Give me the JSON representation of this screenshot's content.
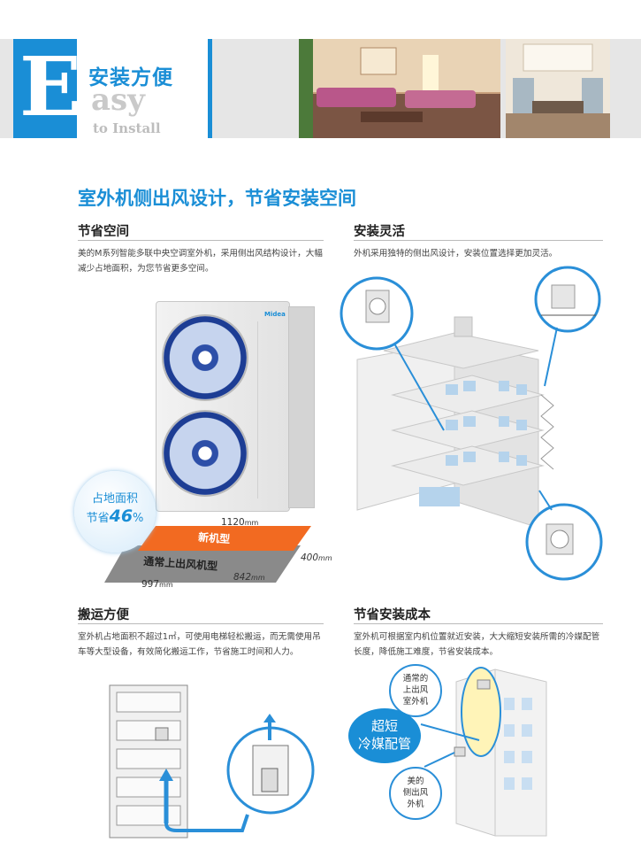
{
  "header": {
    "big_letter": "E",
    "title": "安装方便",
    "english_rest": "asy",
    "english_sub": "to Install"
  },
  "main_heading": "室外机侧出风设计，节省安装空间",
  "sections": {
    "space": {
      "title": "节省空间",
      "text": "美的M系列智能多联中央空调室外机，采用侧出风结构设计，大幅减少占地面积，为您节省更多空间。"
    },
    "flexible": {
      "title": "安装灵活",
      "text": "外机采用独特的侧出风设计，安装位置选择更加灵活。"
    },
    "transport": {
      "title": "搬运方便",
      "text": "室外机占地面积不超过1㎡，可使用电梯轻松搬运，而无需使用吊车等大型设备，有效简化搬运工作，节省施工时间和人力。"
    },
    "cost": {
      "title": "节省安装成本",
      "text": "室外机可根据室内机位置就近安装，大大缩短安装所需的冷媒配管长度，降低施工难度，节省安装成本。"
    }
  },
  "unit_figure": {
    "brand": "Midea",
    "badge_line1": "占地面积",
    "badge_line2_prefix": "节省",
    "badge_value": "46",
    "badge_unit": "%",
    "new_label": "新机型",
    "old_label": "通常上出风机型",
    "dim_1120": "1120",
    "dim_997": "997",
    "dim_842": "842",
    "dim_400": "400",
    "unit_mm": "mm"
  },
  "cost_figure": {
    "callout_top": "通常的\n上出风\n室外机",
    "badge_line1": "超短",
    "badge_line2": "冷媒配管",
    "callout_bottom": "美的\n侧出风\n外机"
  },
  "colors": {
    "brand_blue": "#1a8ed6",
    "new_orange": "#f26a21",
    "old_gray": "#8a8a8a"
  }
}
